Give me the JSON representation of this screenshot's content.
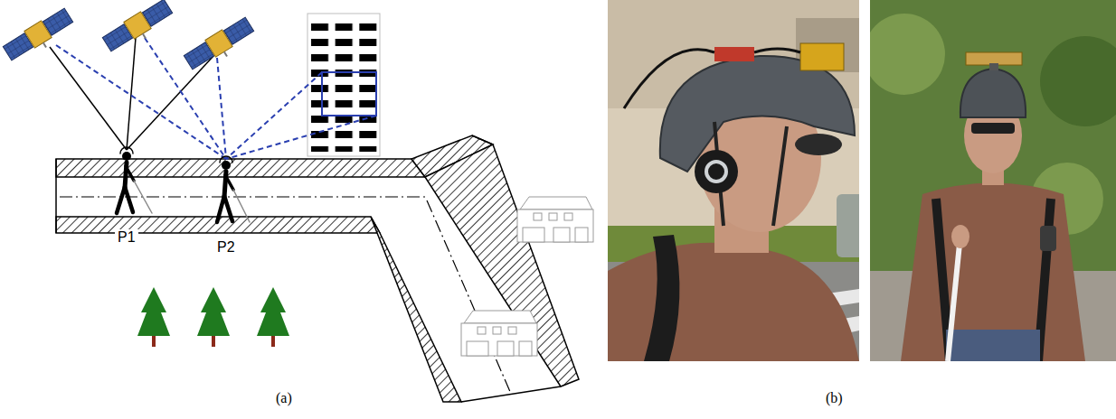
{
  "diagram": {
    "labels": [
      "P1",
      "P2",
      "(a)",
      "(b)"
    ]
  }
}
